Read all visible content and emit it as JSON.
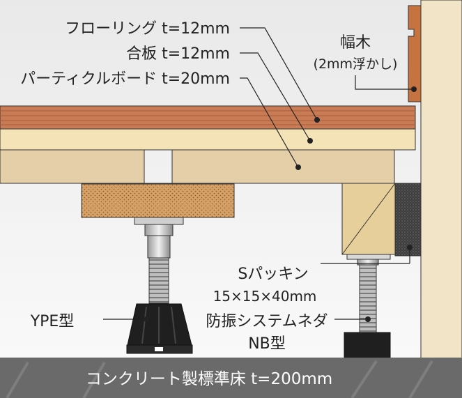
{
  "labels": {
    "flooring": "フローリング t=12mm",
    "plywood": "合板 t=12mm",
    "particleboard": "パーティクルボード t=20mm",
    "baseboard": "幅木",
    "baseboard_note": "(2mm浮かし)",
    "packing_name": "Sパッキン",
    "packing_size": "15×15×40mm",
    "ype": "YPE型",
    "bolt_name": "防振システムネダ",
    "bolt_type": "NB型",
    "concrete": "コンクリート製標準床 t=200mm"
  },
  "colors": {
    "flooring": "#c97b56",
    "plywood": "#f3e3b6",
    "particleboard": "#e4cfa8",
    "cork": "#d19a5f",
    "wood_block": "#e6cf9a",
    "felt": "#4a4a4a",
    "wall": "#f2e4c6",
    "concrete": "#6a6a6a",
    "background": "#f4f4f4"
  }
}
